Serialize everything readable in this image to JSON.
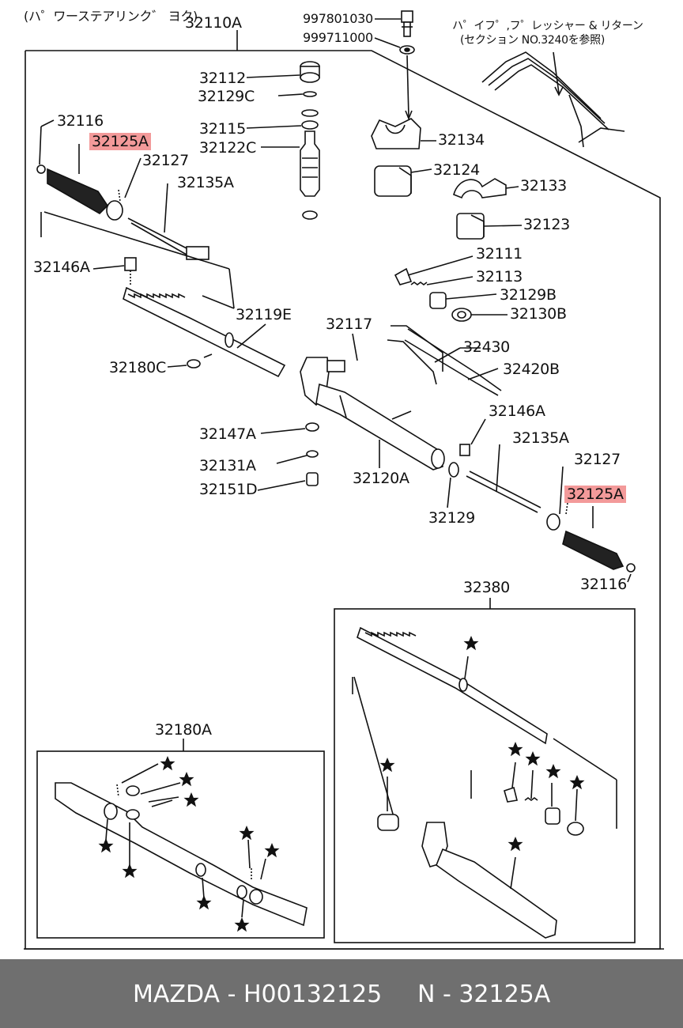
{
  "header": {
    "title_jp": "(ハ゜ワーステアリンク゛ ヨク)",
    "note_line1": "ハ゜イフ゜,フ゜レッシャー & リターン",
    "note_line2": "(セクション NO.3240を参照)"
  },
  "labels": {
    "p32110A": "32110A",
    "p997801030": "997801030",
    "p999711000": "999711000",
    "p32112": "32112",
    "p32129C": "32129C",
    "p32115": "32115",
    "p32122C": "32122C",
    "p32134": "32134",
    "p32124": "32124",
    "p32133": "32133",
    "p32123": "32123",
    "p32116_top": "32116",
    "p32125A_top": "32125A",
    "p32127_top": "32127",
    "p32135A_top": "32135A",
    "p32146A_left": "32146A",
    "p32119E": "32119E",
    "p32111": "32111",
    "p32113": "32113",
    "p32129B": "32129B",
    "p32130B": "32130B",
    "p32117": "32117",
    "p32430": "32430",
    "p32420B": "32420B",
    "p32180C": "32180C",
    "p32146A_right": "32146A",
    "p32147A": "32147A",
    "p32135A_right": "32135A",
    "p32127_right": "32127",
    "p32131A": "32131A",
    "p32125A_right": "32125A",
    "p32151D": "32151D",
    "p32120A": "32120A",
    "p32129": "32129",
    "p32116_right": "32116",
    "p32380": "32380",
    "p32180A": "32180A"
  },
  "highlight_color": "#f39a9a",
  "footer": {
    "brand": "MAZDA - H00132125",
    "ref": "N - 32125A",
    "background": "#6f6f6f"
  }
}
